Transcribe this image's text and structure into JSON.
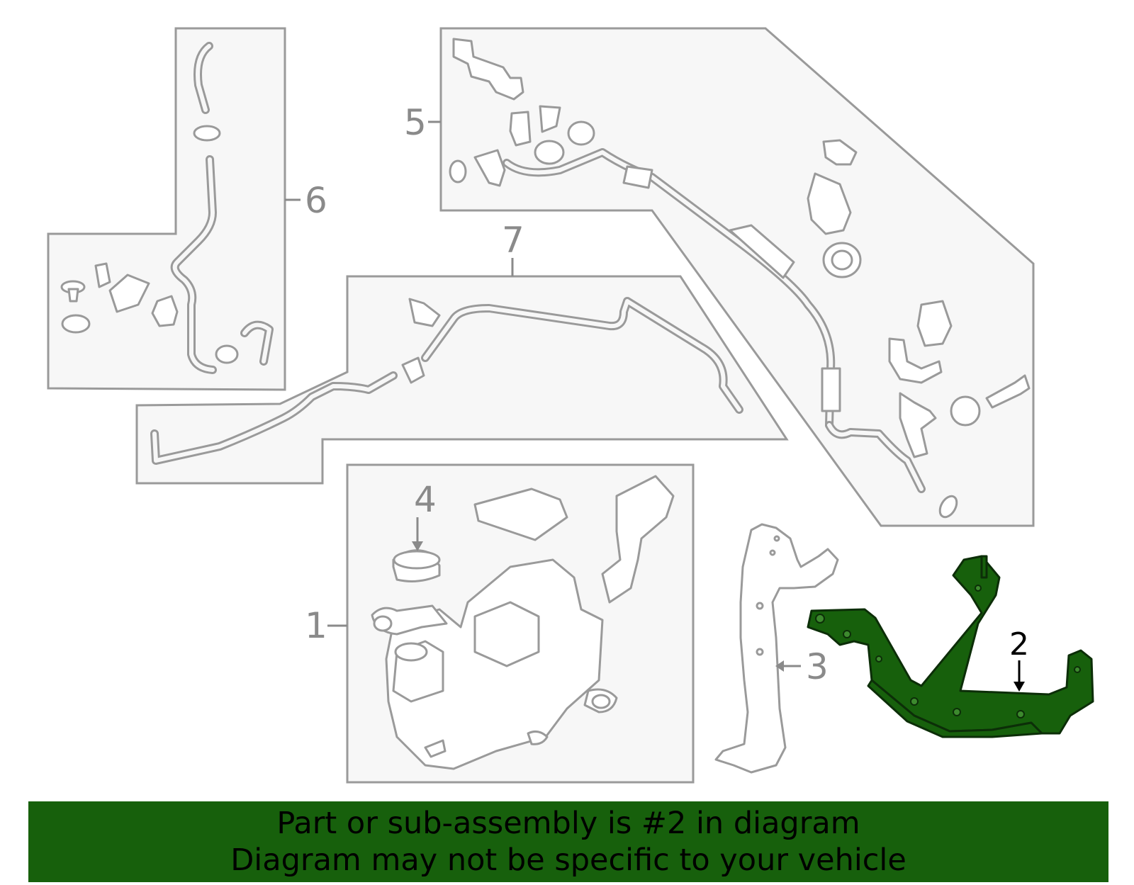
{
  "callouts": {
    "c1": "1",
    "c2": "2",
    "c3": "3",
    "c4": "4",
    "c5": "5",
    "c6": "6",
    "c7": "7"
  },
  "banner": {
    "line1": "Part or sub-assembly is #2 in diagram",
    "line2": "Diagram may not be specific to your vehicle"
  },
  "colors": {
    "highlight": "#17600c",
    "panel_stroke": "#9a9a9a",
    "callout_text": "#8a8a8a"
  }
}
